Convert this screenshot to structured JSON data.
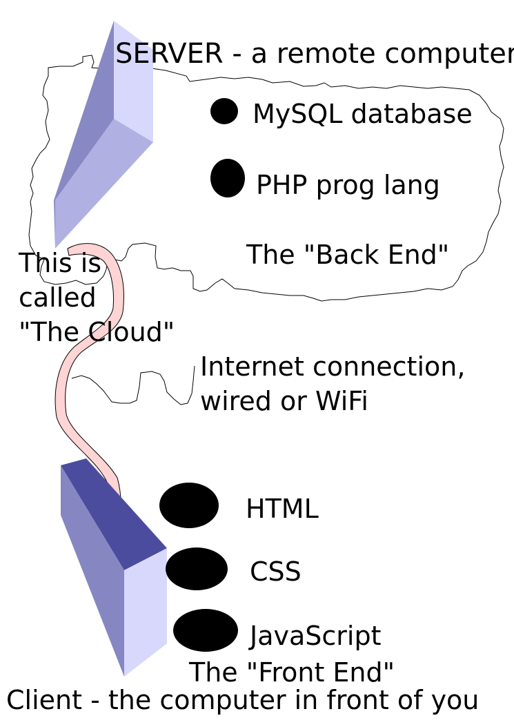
{
  "server": {
    "title": "SERVER - a remote computer",
    "items": [
      "MySQL database",
      "PHP prog lang"
    ],
    "end_label": "The \"Back End\""
  },
  "cloud": {
    "caption_lines": [
      "This is",
      "called",
      "\"The Cloud\""
    ]
  },
  "connection": {
    "caption_lines": [
      "Internet connection,",
      "wired or WiFi"
    ]
  },
  "client": {
    "items": [
      "HTML",
      "CSS",
      "JavaScript"
    ],
    "end_label": "The \"Front End\"",
    "title": "Client - the computer in front of you"
  },
  "colors": {
    "server_light": "#d8d8fc",
    "server_mid": "#b0b0e2",
    "server_dark": "#8888c4",
    "client_top": "#4c4c9e",
    "client_left": "#8686c2",
    "client_right": "#d8d8fc",
    "cable_fill": "#ffd4d4",
    "bullet": "#000000"
  }
}
